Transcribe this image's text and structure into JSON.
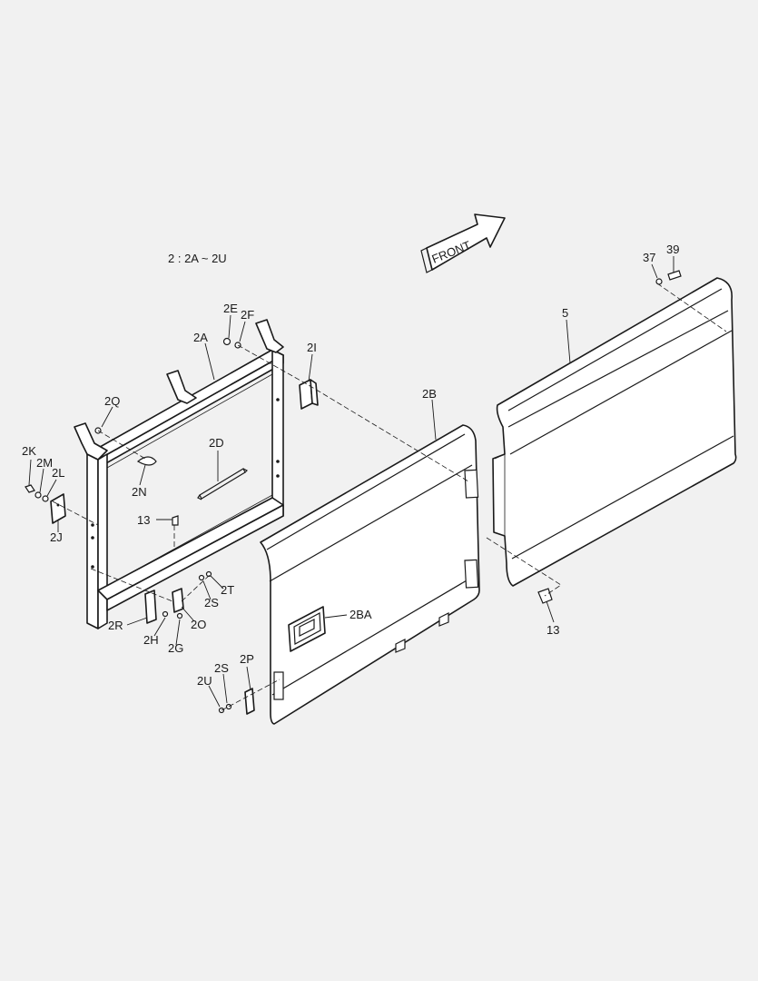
{
  "note": "2 : 2A ~ 2U",
  "front_arrow": {
    "label": "FRONT"
  },
  "labels": {
    "p39": "39",
    "p37": "37",
    "p5": "5",
    "p2E": "2E",
    "p2F": "2F",
    "p2A": "2A",
    "p2I": "2I",
    "p2B": "2B",
    "p2Q": "2Q",
    "p2K": "2K",
    "p2M": "2M",
    "p2L": "2L",
    "p2D": "2D",
    "p2N": "2N",
    "p2J": "2J",
    "p13a": "13",
    "p13b": "13",
    "p2T": "2T",
    "p2S": "2S",
    "p2O": "2O",
    "p2R": "2R",
    "p2H": "2H",
    "p2G": "2G",
    "p2BA": "2BA",
    "p2P": "2P",
    "p2S2": "2S",
    "p2U": "2U"
  }
}
